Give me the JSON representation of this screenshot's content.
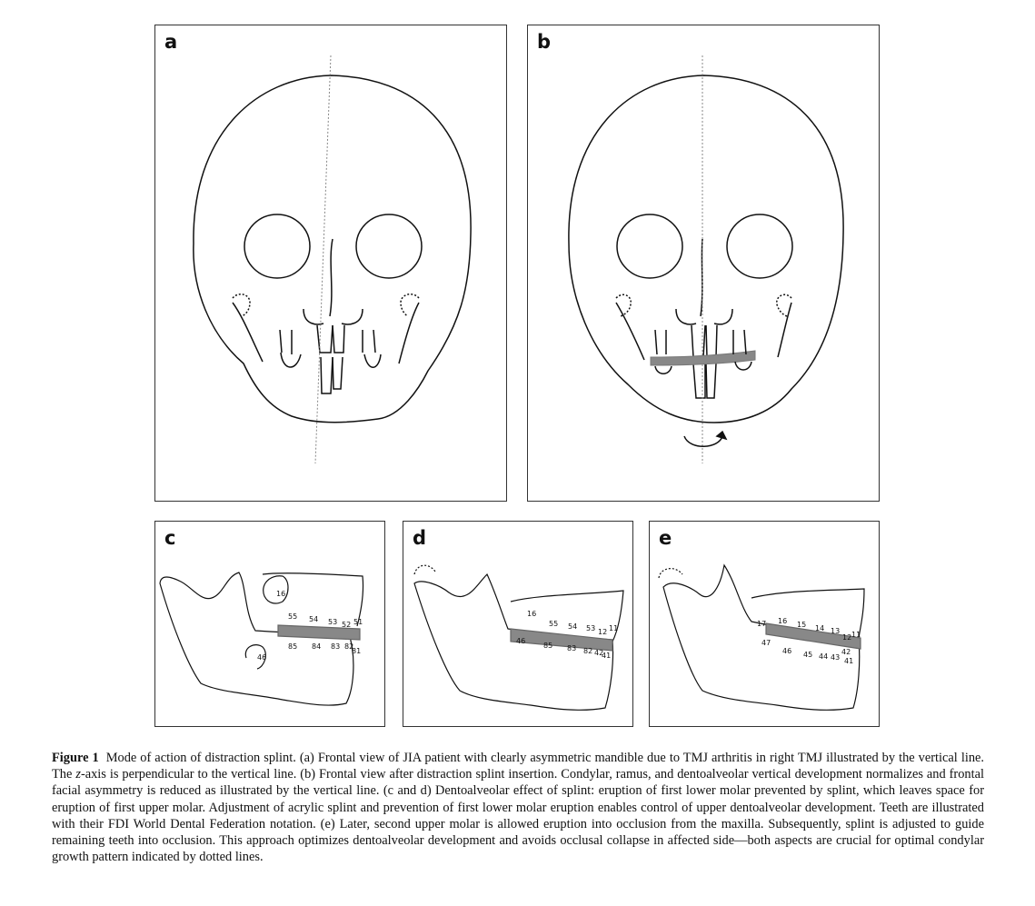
{
  "panels": {
    "a": {
      "label": "a"
    },
    "b": {
      "label": "b"
    },
    "c": {
      "label": "c",
      "teeth": {
        "t16": "16",
        "t55": "55",
        "t54": "54",
        "t53": "53",
        "t52": "52",
        "t51": "51",
        "t85": "85",
        "t84": "84",
        "t83": "83",
        "t82": "82",
        "t81": "81",
        "t46": "46"
      }
    },
    "d": {
      "label": "d",
      "teeth": {
        "t16": "16",
        "t55": "55",
        "t54": "54",
        "t53": "53",
        "t12": "12",
        "t11": "11",
        "t46": "46",
        "t85": "85",
        "t83": "83",
        "t82": "82",
        "t42": "42",
        "t41": "41"
      }
    },
    "e": {
      "label": "e",
      "teeth": {
        "t17": "17",
        "t16": "16",
        "t15": "15",
        "t14": "14",
        "t13": "13",
        "t12": "12",
        "t11": "11",
        "t47": "47",
        "t46": "46",
        "t45": "45",
        "t44": "44",
        "t43": "43",
        "t42": "42",
        "t41": "41"
      }
    }
  },
  "caption": {
    "figure_label": "Figure 1",
    "part1": "Mode of action of distraction splint. (a) Frontal view of JIA patient with clearly asymmetric mandible due to TMJ arthritis in right TMJ illustrated by the vertical line. The ",
    "z_axis": "z",
    "part2": "-axis is perpendicular to the vertical line. (b) Frontal view after distraction splint insertion. Condylar, ramus, and dentoalveolar vertical development normalizes and frontal facial asymmetry is reduced as illustrated by the vertical line. (c and d) Dentoalveolar effect of splint: eruption of first lower molar prevented by splint, which leaves space for eruption of first upper molar. Adjustment of acrylic splint and prevention of first lower molar eruption enables control of upper dentoalveolar development. Teeth are illustrated with their FDI World Dental Federation notation. (e) Later, second upper molar is allowed eruption into occlusion from the maxilla. Subsequently, splint is adjusted to guide remaining teeth into occlusion. This approach optimizes dentoalveolar development and avoids occlusal collapse in affected side—both aspects are crucial for optimal condylar growth pattern indicated by dotted lines."
  }
}
